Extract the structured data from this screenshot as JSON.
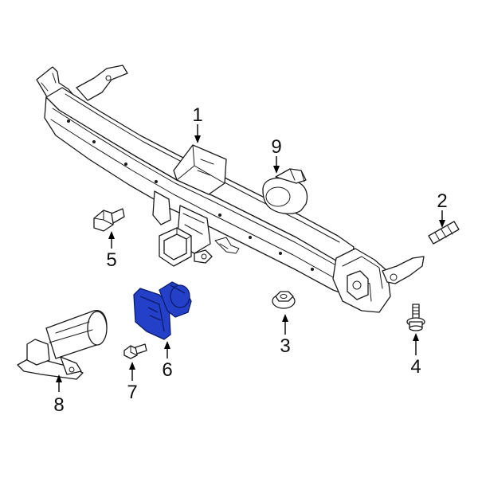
{
  "callouts": {
    "c1": "1",
    "c2": "2",
    "c3": "3",
    "c4": "4",
    "c5": "5",
    "c6": "6",
    "c7": "7",
    "c8": "8",
    "c9": "9"
  },
  "highlight_color": "#2440c8",
  "highlighted_part": "6"
}
